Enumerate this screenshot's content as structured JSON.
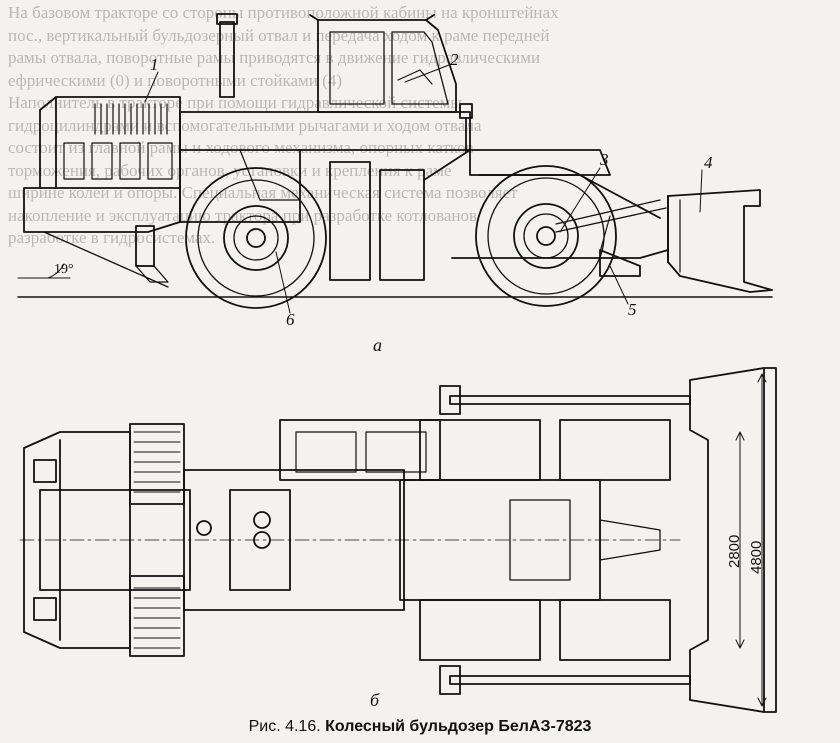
{
  "background_text": [
    "На базовом тракторе со стороны противоположной кабины на кронштейнах",
    "пос., вертикальный бульдозерный отвал и передача ходом к раме передней",
    "рамы отвала, поворотные рамы приводятся в движение гидравлическими",
    "ефрическими (0) и поворотными стойками (4)",
    "Наполнитель в тракторе при помощи гидравлической системы",
    "гидроцилиндрами и вспомогательными рычагами и ходом отвала",
    "состоит из главной рамы и ходового механизма, опорных катков",
    "торможения, рабочих органов, установки и крепления к раме",
    "ширине колеи и опоры. Специальная механическая система позволяет",
    "накопление и эксплуатацию трактора при разработке котлованов",
    "разработке в гидросистемах."
  ],
  "labels_a": {
    "n1": "1",
    "n2": "2",
    "n3": "3",
    "n4": "4",
    "n5": "5",
    "n6": "6",
    "angle": "19°",
    "sub": "а"
  },
  "labels_b": {
    "dim1": "2800",
    "dim2": "4800",
    "sub": "б"
  },
  "caption": {
    "prefix": "Рис. 4.16.",
    "title": "Колесный бульдозер БелАЗ-7823"
  }
}
